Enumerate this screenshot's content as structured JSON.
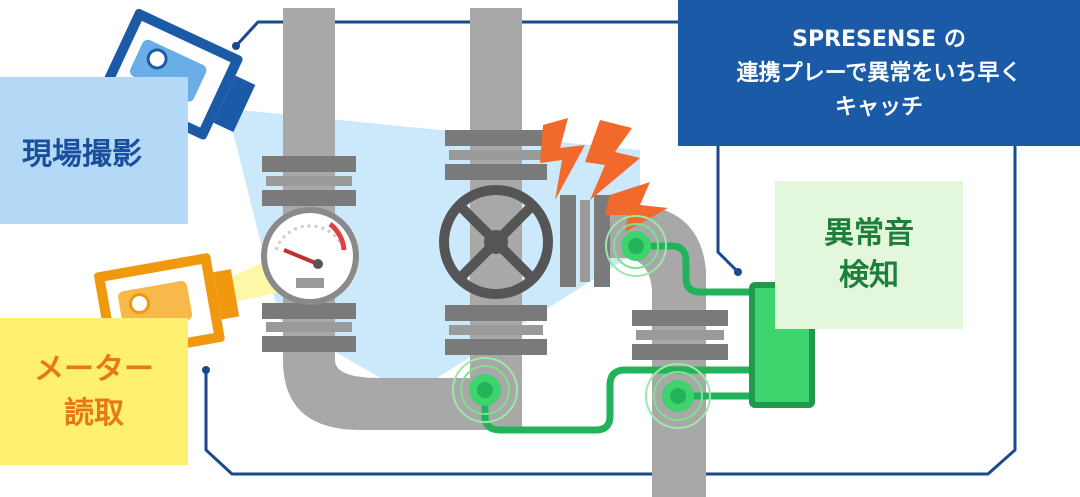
{
  "labels": {
    "photo": "現場撮影",
    "meter_line1": "メーター",
    "meter_line2": "読取",
    "sound_line1": "異常音",
    "sound_line2": "検知",
    "spresense_line1": "SPRESENSE の",
    "spresense_line2": "連携プレーで異常をいち早く",
    "spresense_line3": "キャッチ"
  },
  "colors": {
    "pipe": "#a8a8a8",
    "flange": "#7a7a7a",
    "camera_blue": "#1a5aa6",
    "camera_orange": "#f0990f",
    "sensor_green": "#2bd160",
    "wire_green": "#22b35a",
    "spark": "#f26a2b",
    "frame_line": "#1a4a8a",
    "camera_beam": "#cce8fb",
    "meter_beam": "#fff7a8"
  },
  "icons": [
    "camera-icon",
    "camera-icon",
    "gauge-icon",
    "valve-wheel-icon",
    "spark-icon",
    "microphone-sensor-icon"
  ]
}
